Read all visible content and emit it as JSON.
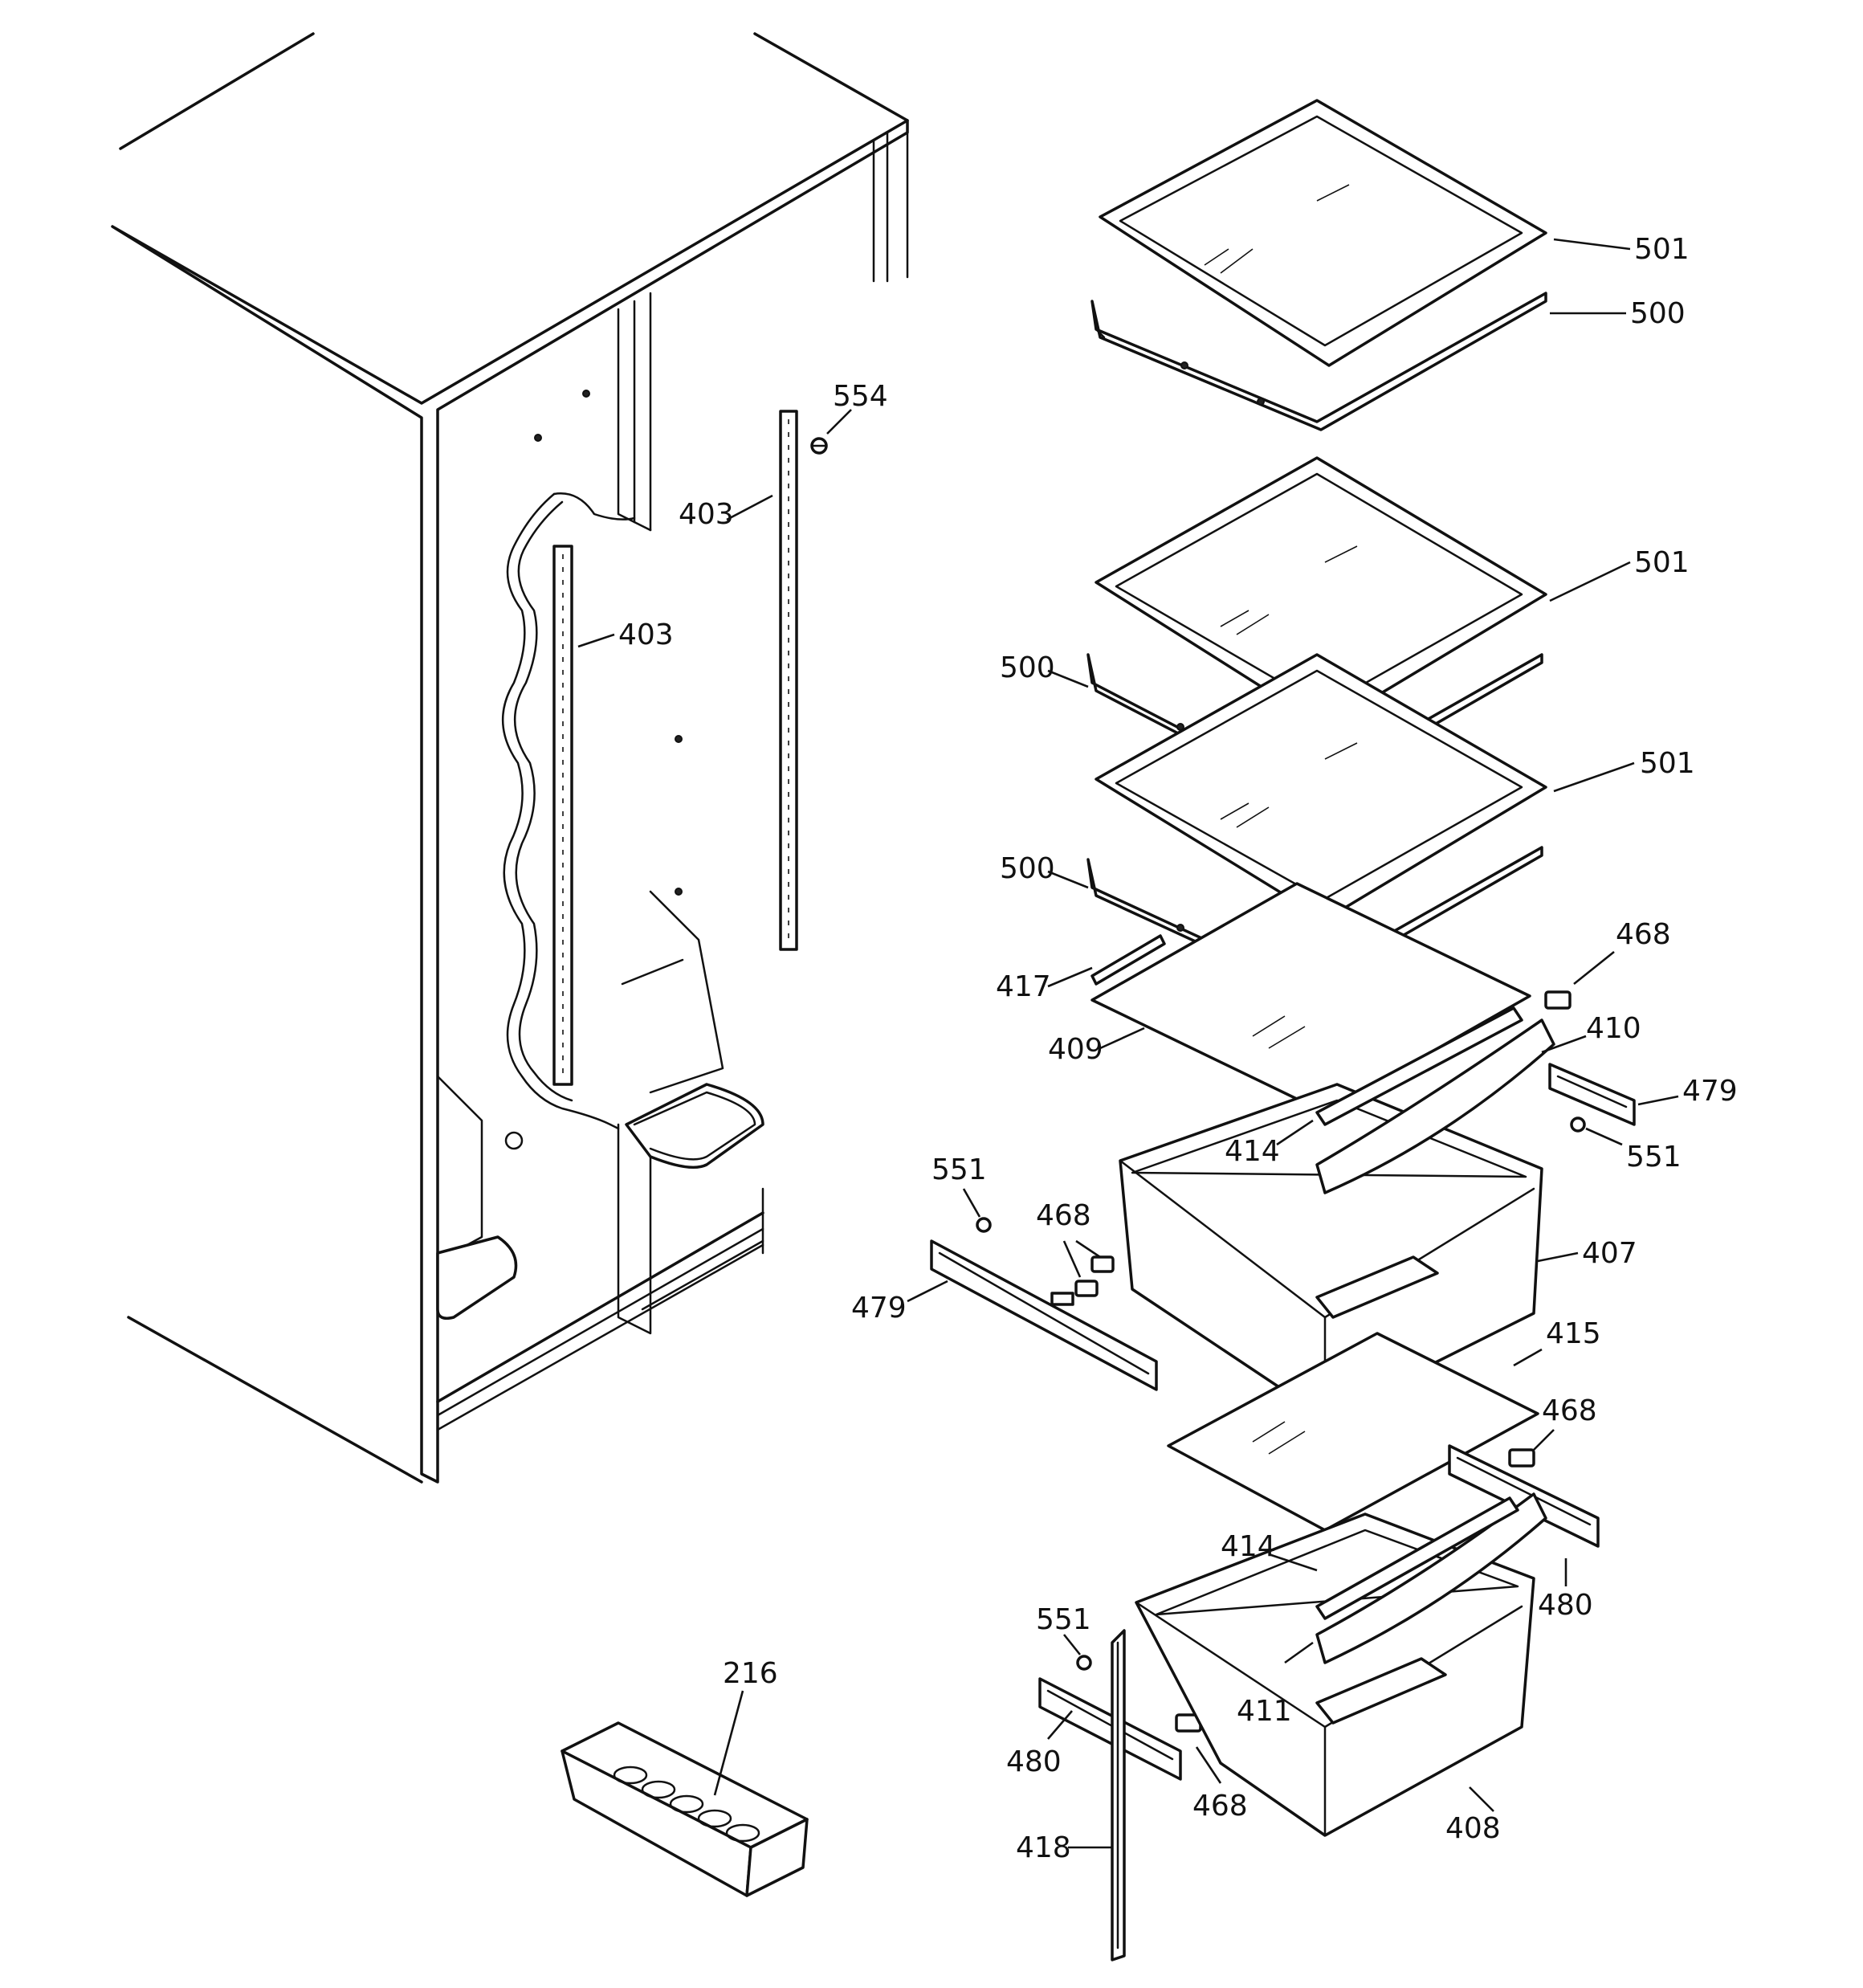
{
  "callouts": [
    {
      "id": "c501a",
      "text": "501"
    },
    {
      "id": "c500a",
      "text": "500"
    },
    {
      "id": "c554",
      "text": "554"
    },
    {
      "id": "c403a",
      "text": "403"
    },
    {
      "id": "c403b",
      "text": "403"
    },
    {
      "id": "c501b",
      "text": "501"
    },
    {
      "id": "c500b",
      "text": "500"
    },
    {
      "id": "c501c",
      "text": "501"
    },
    {
      "id": "c500c",
      "text": "500"
    },
    {
      "id": "c468a",
      "text": "468"
    },
    {
      "id": "c417",
      "text": "417"
    },
    {
      "id": "c410",
      "text": "410"
    },
    {
      "id": "c409",
      "text": "409"
    },
    {
      "id": "c479a",
      "text": "479"
    },
    {
      "id": "c414a",
      "text": "414"
    },
    {
      "id": "c551a",
      "text": "551"
    },
    {
      "id": "c551b",
      "text": "551"
    },
    {
      "id": "c468b",
      "text": "468"
    },
    {
      "id": "c407",
      "text": "407"
    },
    {
      "id": "c479b",
      "text": "479"
    },
    {
      "id": "c415",
      "text": "415"
    },
    {
      "id": "c468c",
      "text": "468"
    },
    {
      "id": "c414b",
      "text": "414"
    },
    {
      "id": "c480a",
      "text": "480"
    },
    {
      "id": "c551c",
      "text": "551"
    },
    {
      "id": "c216",
      "text": "216"
    },
    {
      "id": "c411",
      "text": "411"
    },
    {
      "id": "c480b",
      "text": "480"
    },
    {
      "id": "c468d",
      "text": "468"
    },
    {
      "id": "c408",
      "text": "408"
    },
    {
      "id": "c418",
      "text": "418"
    }
  ]
}
